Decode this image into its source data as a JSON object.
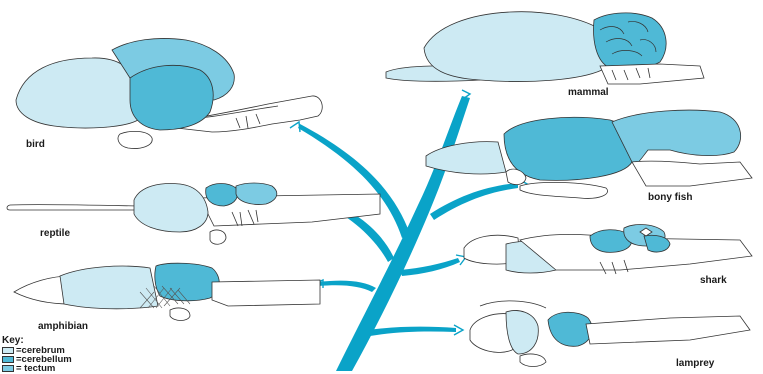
{
  "labels": {
    "bird": "bird",
    "reptile": "reptile",
    "amphibian": "amphibian",
    "mammal": "mammal",
    "bony_fish": "bony fish",
    "shark": "shark",
    "lamprey": "lamprey"
  },
  "key": {
    "title": "Key:",
    "items": [
      {
        "label": "=cerebrum",
        "color": "#cdeaf3"
      },
      {
        "label": "=cerebellum",
        "color": "#4fb9d6"
      },
      {
        "label": "= tectum",
        "color": "#7ccbe3"
      }
    ]
  },
  "colors": {
    "tree": "#0aa3c8",
    "cerebrum": "#cdeaf3",
    "cerebellum": "#4fb9d6",
    "tectum": "#7ccbe3",
    "outline": "#333333"
  }
}
